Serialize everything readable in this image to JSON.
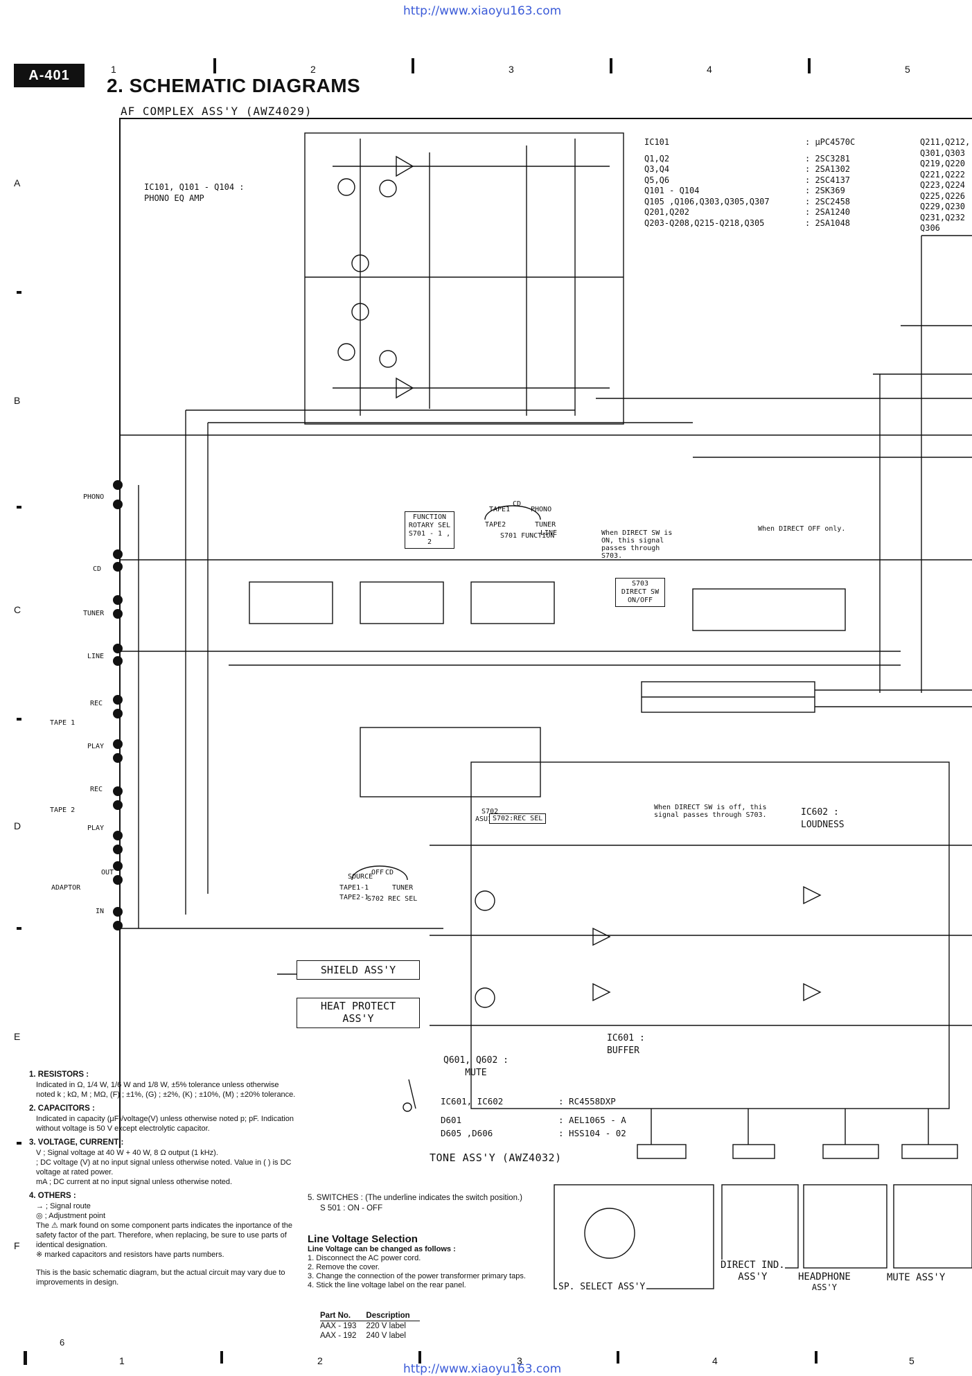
{
  "header": {
    "url": "http://www.xiaoyu163.com",
    "model": "A-401",
    "title": "2. SCHEMATIC DIAGRAMS",
    "assembly": "AF COMPLEX ASS'Y (AWZ4029)",
    "columns": [
      "1",
      "2",
      "3",
      "4",
      "5"
    ],
    "rows": [
      "A",
      "B",
      "C",
      "D",
      "E",
      "F"
    ]
  },
  "parts_list": {
    "left": [
      "IC101",
      "Q1,Q2",
      "Q3,Q4",
      "Q5,Q6",
      "Q101 - Q104",
      "Q105 ,Q106,Q303,Q305,Q307",
      "Q201,Q202",
      "Q203-Q208,Q215-Q218,Q305"
    ],
    "right": [
      ": μPC4570C",
      ": 2SC3281",
      ": 2SA1302",
      ": 2SC4137",
      ": 2SK369",
      ": 2SC2458",
      ": 2SA1240",
      ": 2SA1048"
    ],
    "far": [
      "Q211,Q212,",
      "Q301,Q303",
      "Q219,Q220",
      "Q221,Q222",
      "Q223,Q224",
      "Q225,Q226",
      "Q229,Q230",
      "Q231,Q232",
      "Q306"
    ]
  },
  "blocks": {
    "phono_eq": "IC101, Q101 - Q104 : PHONO EQ AMP",
    "function_sel": [
      "FUNCTION",
      "ROTARY SEL",
      "S701 - 1 , 2"
    ],
    "function_dial": [
      "TAPE1",
      "CD",
      "PHONO",
      "TAPE2",
      "TUNER",
      "LINE",
      "S701 FUNCTION"
    ],
    "direct_note": "When DIRECT SW is ON, this signal passes through S703.",
    "direct_off": "When DIRECT OFF only.",
    "direct_sw": [
      "S703",
      "DIRECT SW",
      "ON/OFF"
    ],
    "rec_sel_label": [
      "S702",
      "ASU1002"
    ],
    "rec_sel_box": "S702:REC SEL",
    "rec_dial": [
      "SOURCE",
      "OFF",
      "CD",
      "TAPE1-1",
      "TUNER",
      "TAPE2-1",
      "S702 REC SEL"
    ],
    "direct_note2": "When DIRECT SW is off, this signal passes through S703.",
    "ic602": [
      "IC602 :",
      "LOUDNESS"
    ],
    "ic601": [
      "IC601 :",
      "BUFFER"
    ],
    "mute": [
      "Q601, Q602 :",
      "MUTE"
    ],
    "shield": "SHIELD ASS'Y",
    "heat": [
      "HEAT PROTECT",
      "ASS'Y"
    ],
    "tone_parts": [
      [
        "IC601, IC602",
        ": RC4558DXP"
      ],
      [
        "D601",
        ": AEL1065 - A"
      ],
      [
        "D605 ,D606",
        ": HSS104 - 02"
      ]
    ],
    "tone_assy": "TONE ASS'Y (AWZ4032)",
    "sp_select": "SP. SELECT ASS'Y",
    "direct_ind": [
      "DIRECT IND.",
      "ASS'Y"
    ],
    "headphone": [
      "HEADPHONE",
      "ASS'Y"
    ],
    "mute_assy": "MUTE ASS'Y",
    "inputs": [
      "PHONO",
      "CD",
      "TUNER",
      "LINE",
      "REC",
      "TAPE 1",
      "PLAY",
      "REC",
      "TAPE 2",
      "PLAY",
      "OUT",
      "ADAPTOR",
      "IN"
    ]
  },
  "notes": {
    "resistors_title": "1. RESISTORS :",
    "resistors": "Indicated in Ω, 1/4 W, 1/6 W and 1/8 W, ±5% tolerance unless otherwise noted k ; kΩ, M ; MΩ, (F) ; ±1%, (G) ; ±2%, (K) ; ±10%, (M) ; ±20% tolerance.",
    "capacitors_title": "2. CAPACITORS :",
    "capacitors": "Indicated in capacity (μF)/voltage(V) unless otherwise noted p; pF. Indication without voltage is 50 V except electrolytic capacitor.",
    "voltage_title": "3. VOLTAGE, CURRENT :",
    "voltage1": "V ; Signal voltage at 40 W + 40 W, 8 Ω output (1 kHz).",
    "voltage2": "; DC voltage (V) at no input signal unless otherwise noted. Value in ( ) is DC voltage at rated power.",
    "voltage3": "mA ; DC current at no input signal unless otherwise noted.",
    "others_title": "4. OTHERS :",
    "others1": "→ ; Signal route",
    "others2": "◎ ; Adjustment point",
    "others3": "The ⚠ mark found on some component parts indicates the inportance of the safety factor of the part. Therefore, when replacing, be sure to use parts of identical designation.",
    "others4": "※ marked capacitors and resistors have parts numbers.",
    "basic": "This is the basic schematic diagram, but the actual circuit may vary due to improvements in design.",
    "page": "6"
  },
  "switches": {
    "title": "5. SWITCHES : (The underline indicates the switch position.)",
    "s501": "S 501 : ON - OFF"
  },
  "line_voltage": {
    "title": "Line Voltage Selection",
    "intro": "Line Voltage can be changed as follows :",
    "steps": [
      "1. Disconnect the AC power cord.",
      "2. Remove the cover.",
      "3. Change the connection of the power transformer primary taps.",
      "4. Stick the line voltage label on the rear panel."
    ],
    "table_head": [
      "Part No.",
      "Description"
    ],
    "rows": [
      [
        "AAX - 193",
        "220 V label"
      ],
      [
        "AAX - 192",
        "240 V label"
      ]
    ]
  }
}
